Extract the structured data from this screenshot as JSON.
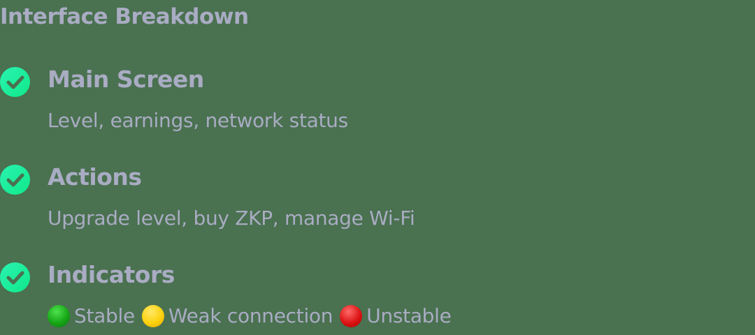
{
  "title": "Interface Breakdown",
  "items": [
    {
      "title": "Main Screen",
      "description": "Level, earnings, network status",
      "icon": "check-circle-icon"
    },
    {
      "title": "Actions",
      "description": "Upgrade level, buy ZKP, manage Wi-Fi",
      "icon": "check-circle-icon"
    },
    {
      "title": "Indicators",
      "icon": "check-circle-icon"
    }
  ],
  "indicators": [
    {
      "label": "Stable",
      "color": "#17a617",
      "icon": "green-circle-icon"
    },
    {
      "label": "Weak connection",
      "color": "#fcd20f",
      "icon": "yellow-circle-icon"
    },
    {
      "label": "Unstable",
      "color": "#dd1414",
      "icon": "red-circle-icon"
    }
  ],
  "colors": {
    "background": "#4a7150",
    "text": "#a9acc3",
    "check": "#10e88a"
  }
}
